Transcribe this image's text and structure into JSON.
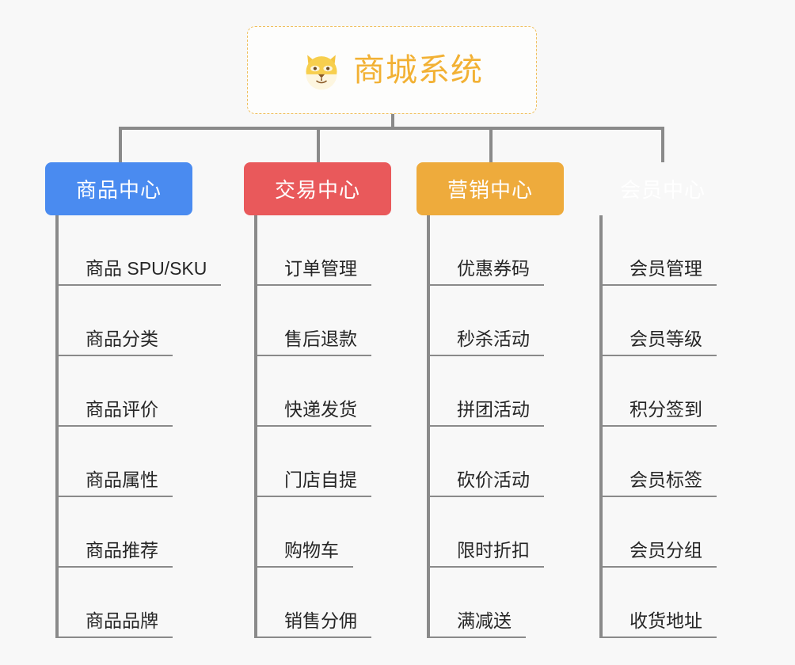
{
  "background_color": "#f8f8f8",
  "root": {
    "title": "商城系统",
    "icon": "shiba-dog-face-icon",
    "text_color": "#f2b134",
    "border_color": "#f0c060"
  },
  "connector_color": "#8a8a8a",
  "columns": [
    {
      "title": "商品中心",
      "color": "#4a8bf0",
      "items": [
        "商品 SPU/SKU",
        "商品分类",
        "商品评价",
        "商品属性",
        "商品推荐",
        "商品品牌"
      ]
    },
    {
      "title": "交易中心",
      "color": "#e9595b",
      "items": [
        "订单管理",
        "售后退款",
        "快递发货",
        "门店自提",
        "购物车",
        "销售分佣"
      ]
    },
    {
      "title": "营销中心",
      "color": "#eeab3c",
      "items": [
        "优惠券码",
        "秒杀活动",
        "拼团活动",
        "砍价活动",
        "限时折扣",
        "满减送"
      ]
    },
    {
      "title": "会员中心",
      "color": "#76c council",
      "items": [
        "会员管理",
        "会员等级",
        "积分签到",
        "会员标签",
        "会员分组",
        "收货地址"
      ]
    }
  ]
}
